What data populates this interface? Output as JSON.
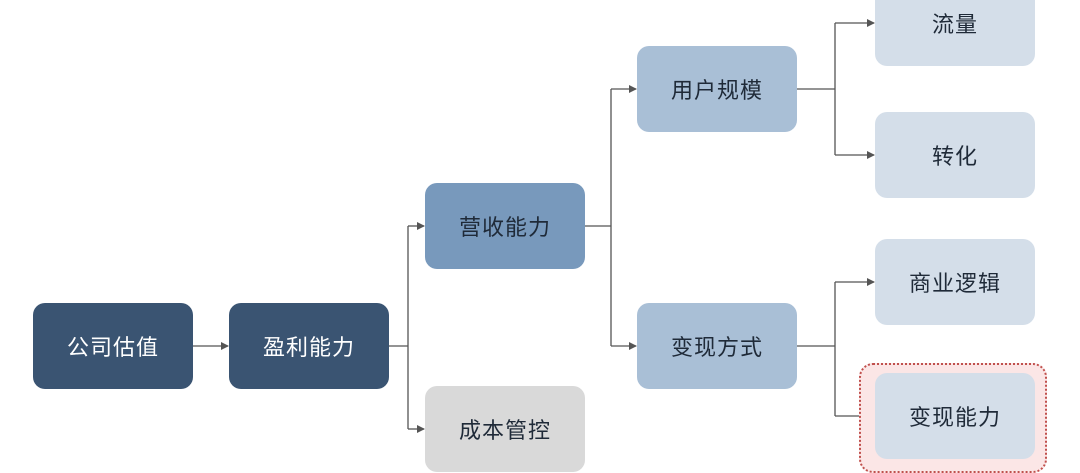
{
  "nodes": {
    "valuation": "公司估值",
    "profitability": "盈利能力",
    "revenue_ability": "营收能力",
    "cost_control": "成本管控",
    "user_scale": "用户规模",
    "monetization": "变现方式",
    "traffic": "流量",
    "conversion": "转化",
    "business_logic": "商业逻辑",
    "monetization_ability": "变现能力"
  },
  "colors": {
    "level1": "#3a5472",
    "level2": "#7899bc",
    "level3": "#a9bfd6",
    "level4": "#d4dee9",
    "inactive": "#d9d9d9",
    "connector": "#555555",
    "highlight_border": "#c0504d",
    "highlight_fill": "#fbe6e6"
  }
}
